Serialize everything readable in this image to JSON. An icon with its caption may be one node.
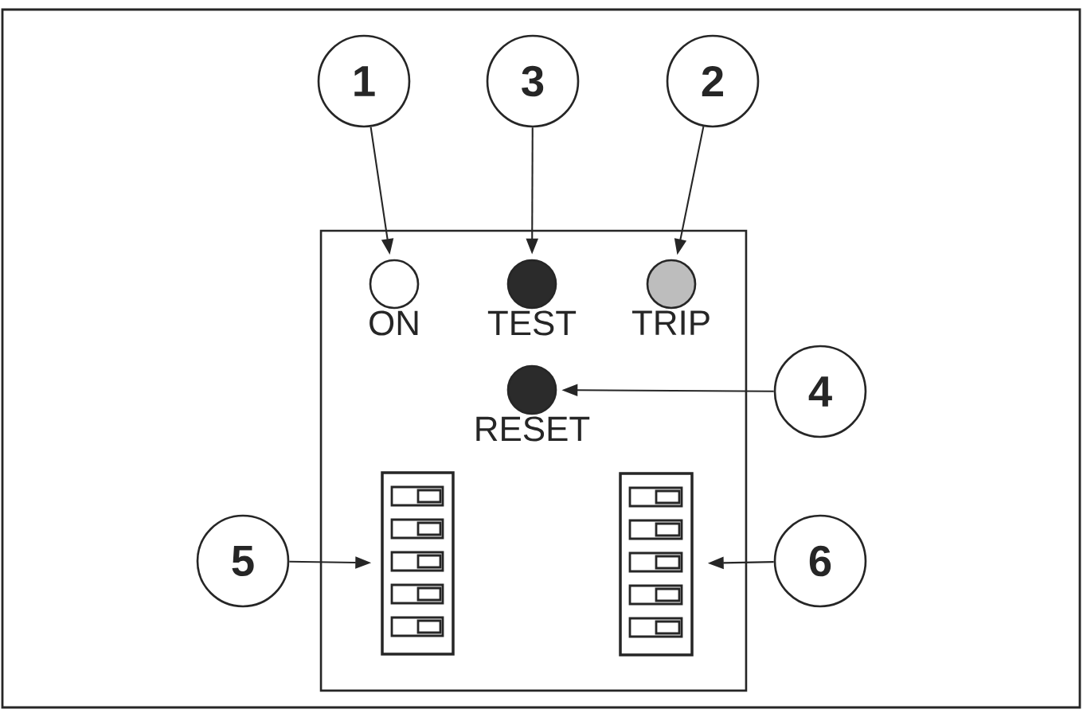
{
  "diagram": {
    "nodes": [
      {
        "text": [
          "1"
        ]
      },
      {
        "text": [
          "3"
        ]
      },
      {
        "text": [
          "2"
        ]
      },
      {
        "text": [
          "4"
        ]
      },
      {
        "text": [
          "5"
        ]
      },
      {
        "text": [
          "6"
        ]
      },
      {
        "text": [],
        "shape": "box"
      },
      {
        "text": [
          "ON"
        ],
        "in": 6
      },
      {
        "text": [
          "TEST"
        ],
        "in": 6
      },
      {
        "text": [
          "TRIP"
        ],
        "in": 6
      },
      {
        "text": [
          "RESET"
        ],
        "in": 6
      },
      {
        "text": [],
        "shape": "box",
        "in": 6
      },
      {
        "text": [],
        "shape": "box",
        "in": 6
      }
    ],
    "edges": [
      {
        "from": 0,
        "to": 7,
        "arrow": "to"
      },
      {
        "from": 1,
        "to": 8,
        "arrow": "to"
      },
      {
        "from": 2,
        "to": 9,
        "arrow": "to"
      },
      {
        "from": 3,
        "to": 10,
        "arrow": "to"
      },
      {
        "from": 4,
        "to": 11,
        "arrow": "to"
      },
      {
        "from": 5,
        "to": 12,
        "arrow": "to"
      }
    ]
  }
}
